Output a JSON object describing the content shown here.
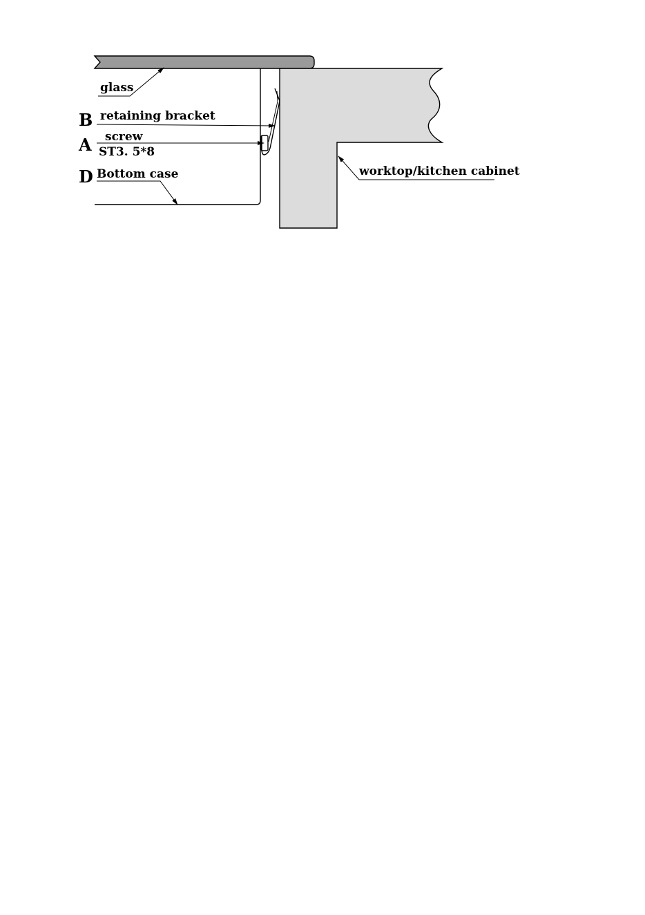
{
  "labels": {
    "glass": "glass",
    "retaining_bracket": "retaining bracket",
    "screw": "screw",
    "screw_spec": "ST3. 5*8",
    "bottom_case": "Bottom case",
    "worktop": "worktop/kitchen cabinet"
  },
  "letters": {
    "b": "B",
    "a": "A",
    "d": "D"
  },
  "colors": {
    "glass_fill": "#9a9a9a",
    "worktop_fill": "#dcdcdc",
    "line": "#000000",
    "background": "#ffffff"
  }
}
